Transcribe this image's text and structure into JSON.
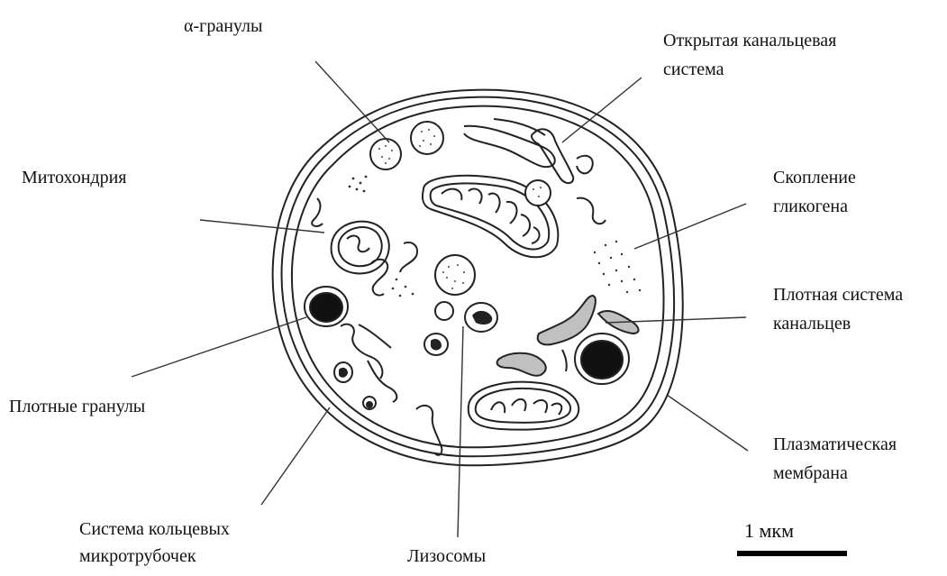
{
  "labels": {
    "alpha_granules": "α-гранулы",
    "open_canalicular_system_1": "Открытая канальцевая",
    "open_canalicular_system_2": "система",
    "mitochondrion": "Митохондрия",
    "glycogen_1": "Скопление",
    "glycogen_2": "гликогена",
    "dense_tubular_1": "Плотная система",
    "dense_tubular_2": "канальцев",
    "dense_granules": "Плотные гранулы",
    "plasma_membrane_1": "Плазматическая",
    "plasma_membrane_2": "мембрана",
    "microtubules_1": "Система кольцевых",
    "microtubules_2": "микротрубочек",
    "lysosomes": "Лизосомы"
  },
  "scale_bar": {
    "label": "1 мкм"
  }
}
